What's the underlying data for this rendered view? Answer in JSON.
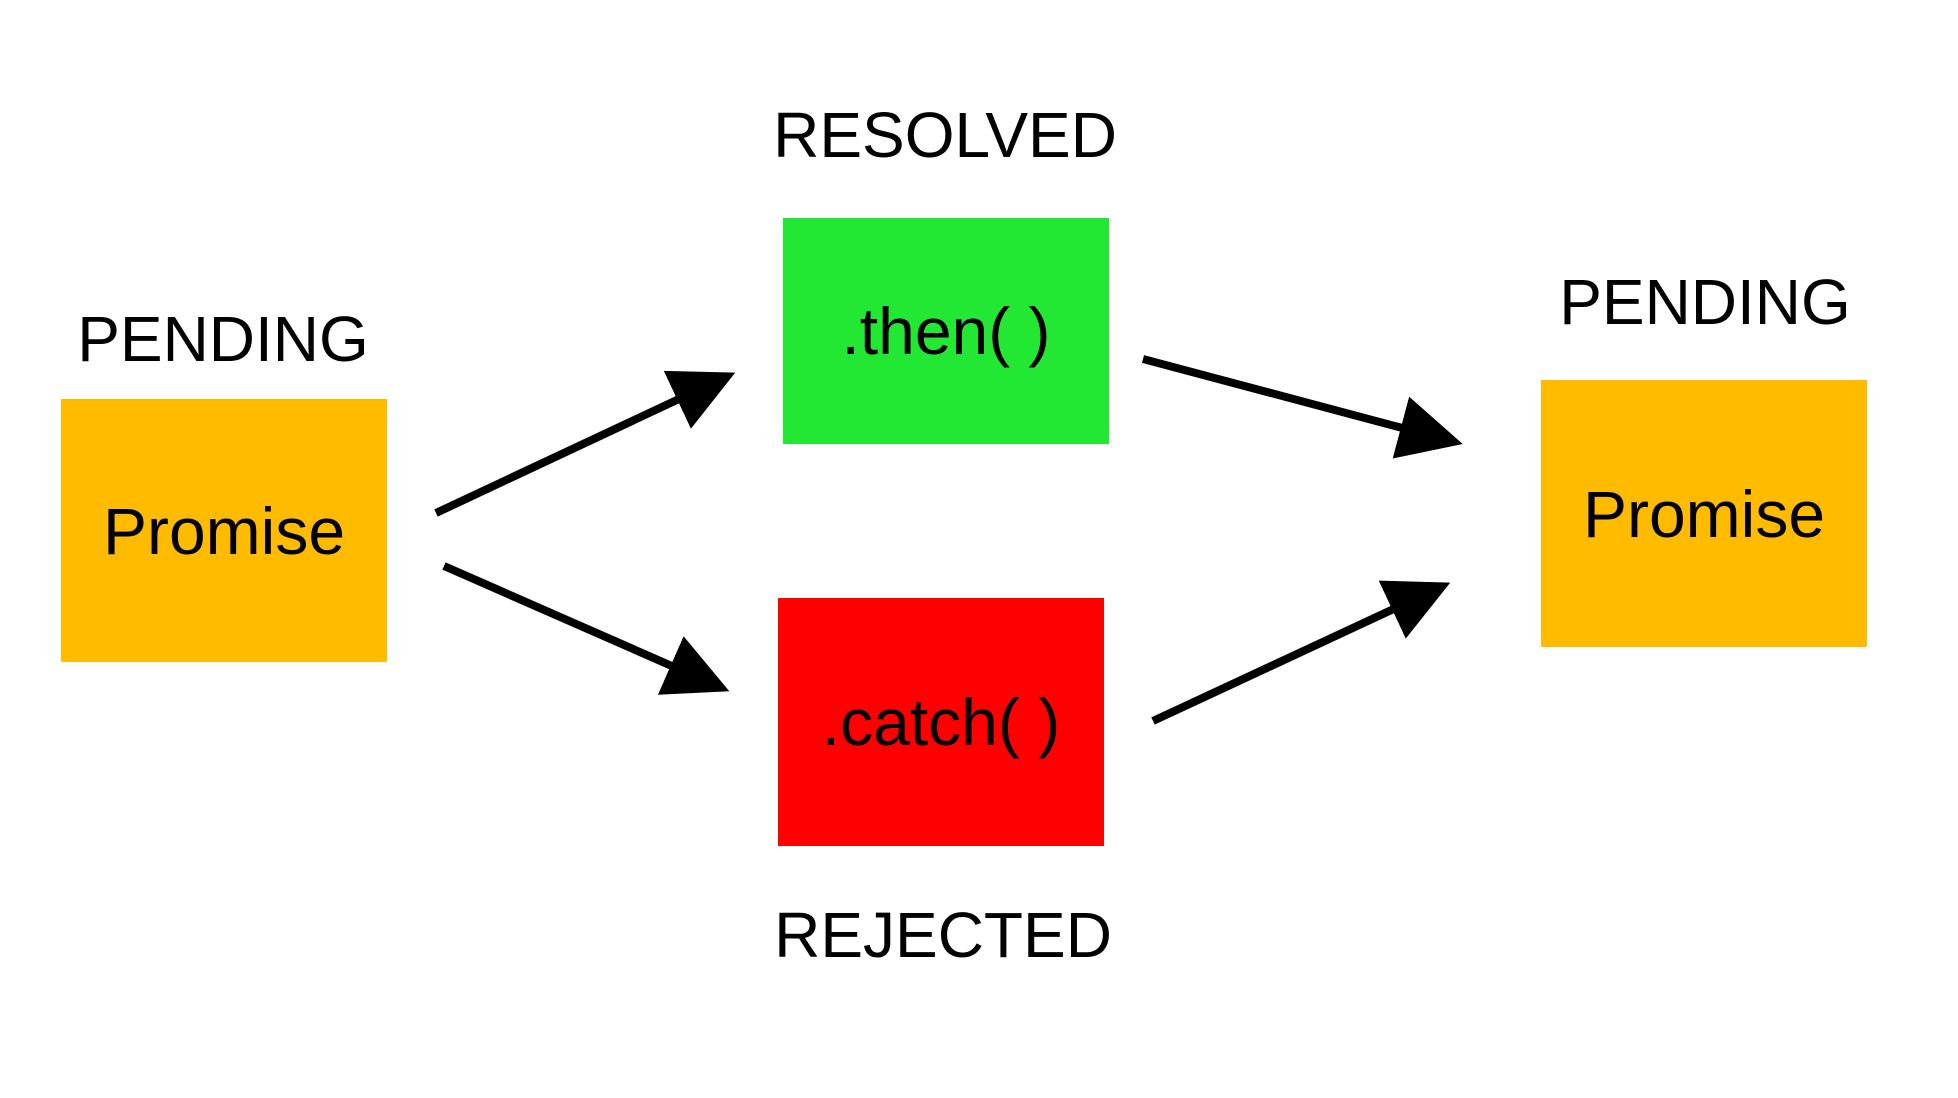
{
  "colors": {
    "pending_box": "#FFBB00",
    "resolved_box": "#22E834",
    "rejected_box": "#FF0000",
    "arrow": "#000000",
    "text": "#000000"
  },
  "left": {
    "state_label": "PENDING",
    "box_label": "Promise"
  },
  "resolved": {
    "state_label": "RESOLVED",
    "box_label": ".then( )"
  },
  "rejected": {
    "state_label": "REJECTED",
    "box_label": ".catch( )"
  },
  "right": {
    "state_label": "PENDING",
    "box_label": "Promise"
  }
}
